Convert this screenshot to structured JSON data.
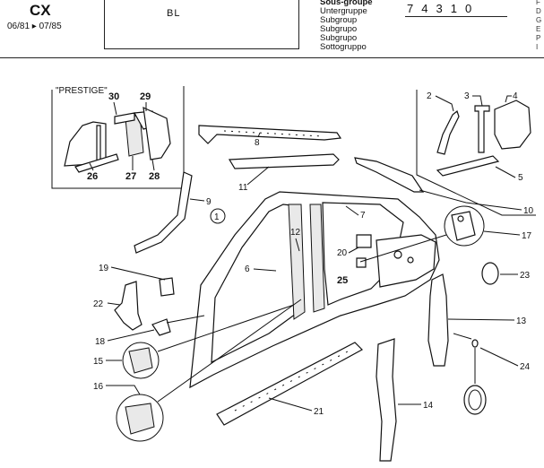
{
  "header": {
    "model": "CX",
    "date_range": "06/81 ▸ 07/85",
    "box_label": "BL",
    "subgroup_code": [
      "7",
      "4",
      "3",
      "1",
      "0"
    ],
    "group_names": [
      "Sous-groupe",
      "Untergruppe",
      "Subgroup",
      "Subgrupo",
      "Subgrupo",
      "Sottogruppo"
    ],
    "right_letters": [
      "F",
      "D",
      "G",
      "E",
      "P",
      "I"
    ]
  },
  "inset_left": {
    "title": "\"PRESTIGE\"",
    "callouts": [
      "30",
      "29",
      "26",
      "27",
      "28"
    ]
  },
  "callouts": {
    "c1": "1",
    "c2": "2",
    "c3": "3",
    "c4": "4",
    "c5": "5",
    "c6": "6",
    "c7": "7",
    "c8": "8",
    "c9": "9",
    "c10": "10",
    "c11": "11",
    "c12": "12",
    "c13": "13",
    "c14": "14",
    "c15": "15",
    "c16": "16",
    "c17": "17",
    "c18": "18",
    "c19": "19",
    "c20": "20",
    "c21": "21",
    "c22": "22",
    "c23": "23",
    "c24": "24",
    "c25": "25"
  }
}
